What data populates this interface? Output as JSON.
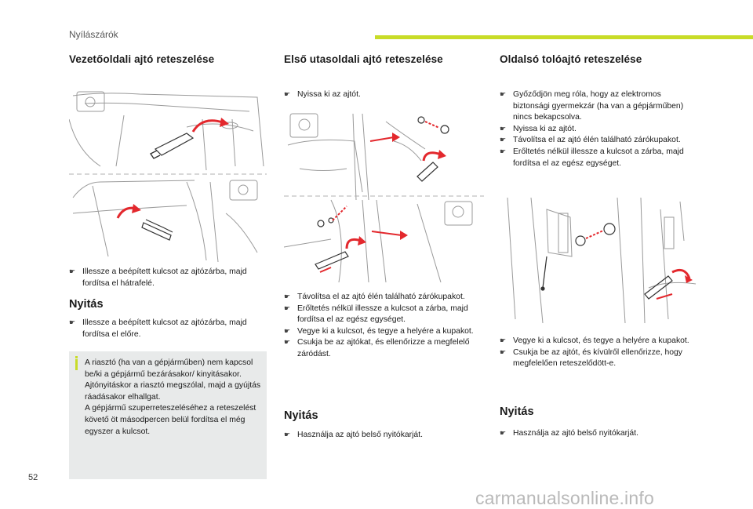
{
  "header": {
    "section": "Nyílászárók"
  },
  "col1": {
    "title": "Vezetőoldali ajtó reteszelése",
    "steps": [
      "Illessze a beépített kulcsot az ajtózárba, majd fordítsa el hátrafelé."
    ],
    "opening_title": "Nyitás",
    "opening_steps": [
      "Illessze a beépített kulcsot az ajtózárba, majd fordítsa el előre."
    ],
    "info": [
      "A riasztó (ha van a gépjárműben) nem kapcsol be/ki a gépjármű bezárásakor/ kinyitásakor.",
      "Ajtónyitáskor a riasztó megszólal, majd a gyújtás ráadásakor elhallgat.",
      "A gépjármű szuperreteszeléséhez a reteszelést követő öt másodpercen belül fordítsa el még egyszer a kulcsot."
    ]
  },
  "col2": {
    "title": "Első utasoldali ajtó reteszelése",
    "steps_top": [
      "Nyissa ki az ajtót."
    ],
    "steps": [
      "Távolítsa el az ajtó élén található zárókupakot.",
      "Erőltetés nélkül illessze a kulcsot a zárba, majd fordítsa el az egész egységet.",
      "Vegye ki a kulcsot, és tegye a helyére a kupakot.",
      "Csukja be az ajtókat, és ellenőrizze a megfelelő záródást."
    ],
    "opening_title": "Nyitás",
    "opening_steps": [
      "Használja az ajtó belső nyitókarját."
    ]
  },
  "col3": {
    "title": "Oldalsó tolóajtó reteszelése",
    "steps_top": [
      "Győződjön meg róla, hogy az elektromos biztonsági gyermekzár (ha van a gépjárműben) nincs bekapcsolva.",
      "Nyissa ki az ajtót.",
      "Távolítsa el az ajtó élén található zárókupakot.",
      "Erőltetés nélkül illessze a kulcsot a zárba, majd fordítsa el az egész egységet."
    ],
    "steps": [
      "Vegye ki a kulcsot, és tegye a helyére a kupakot.",
      "Csukja be az ajtót, és kívülről ellenőrizze, hogy megfelelően reteszelődött-e."
    ],
    "opening_title": "Nyitás",
    "opening_steps": [
      "Használja az ajtó belső nyitókarját."
    ]
  },
  "footer": {
    "page": "52",
    "watermark": "carmanualsonline.info"
  },
  "colors": {
    "accent": "#c8dc28",
    "arrow": "#e3282d",
    "info_bg": "#e8eaea"
  }
}
